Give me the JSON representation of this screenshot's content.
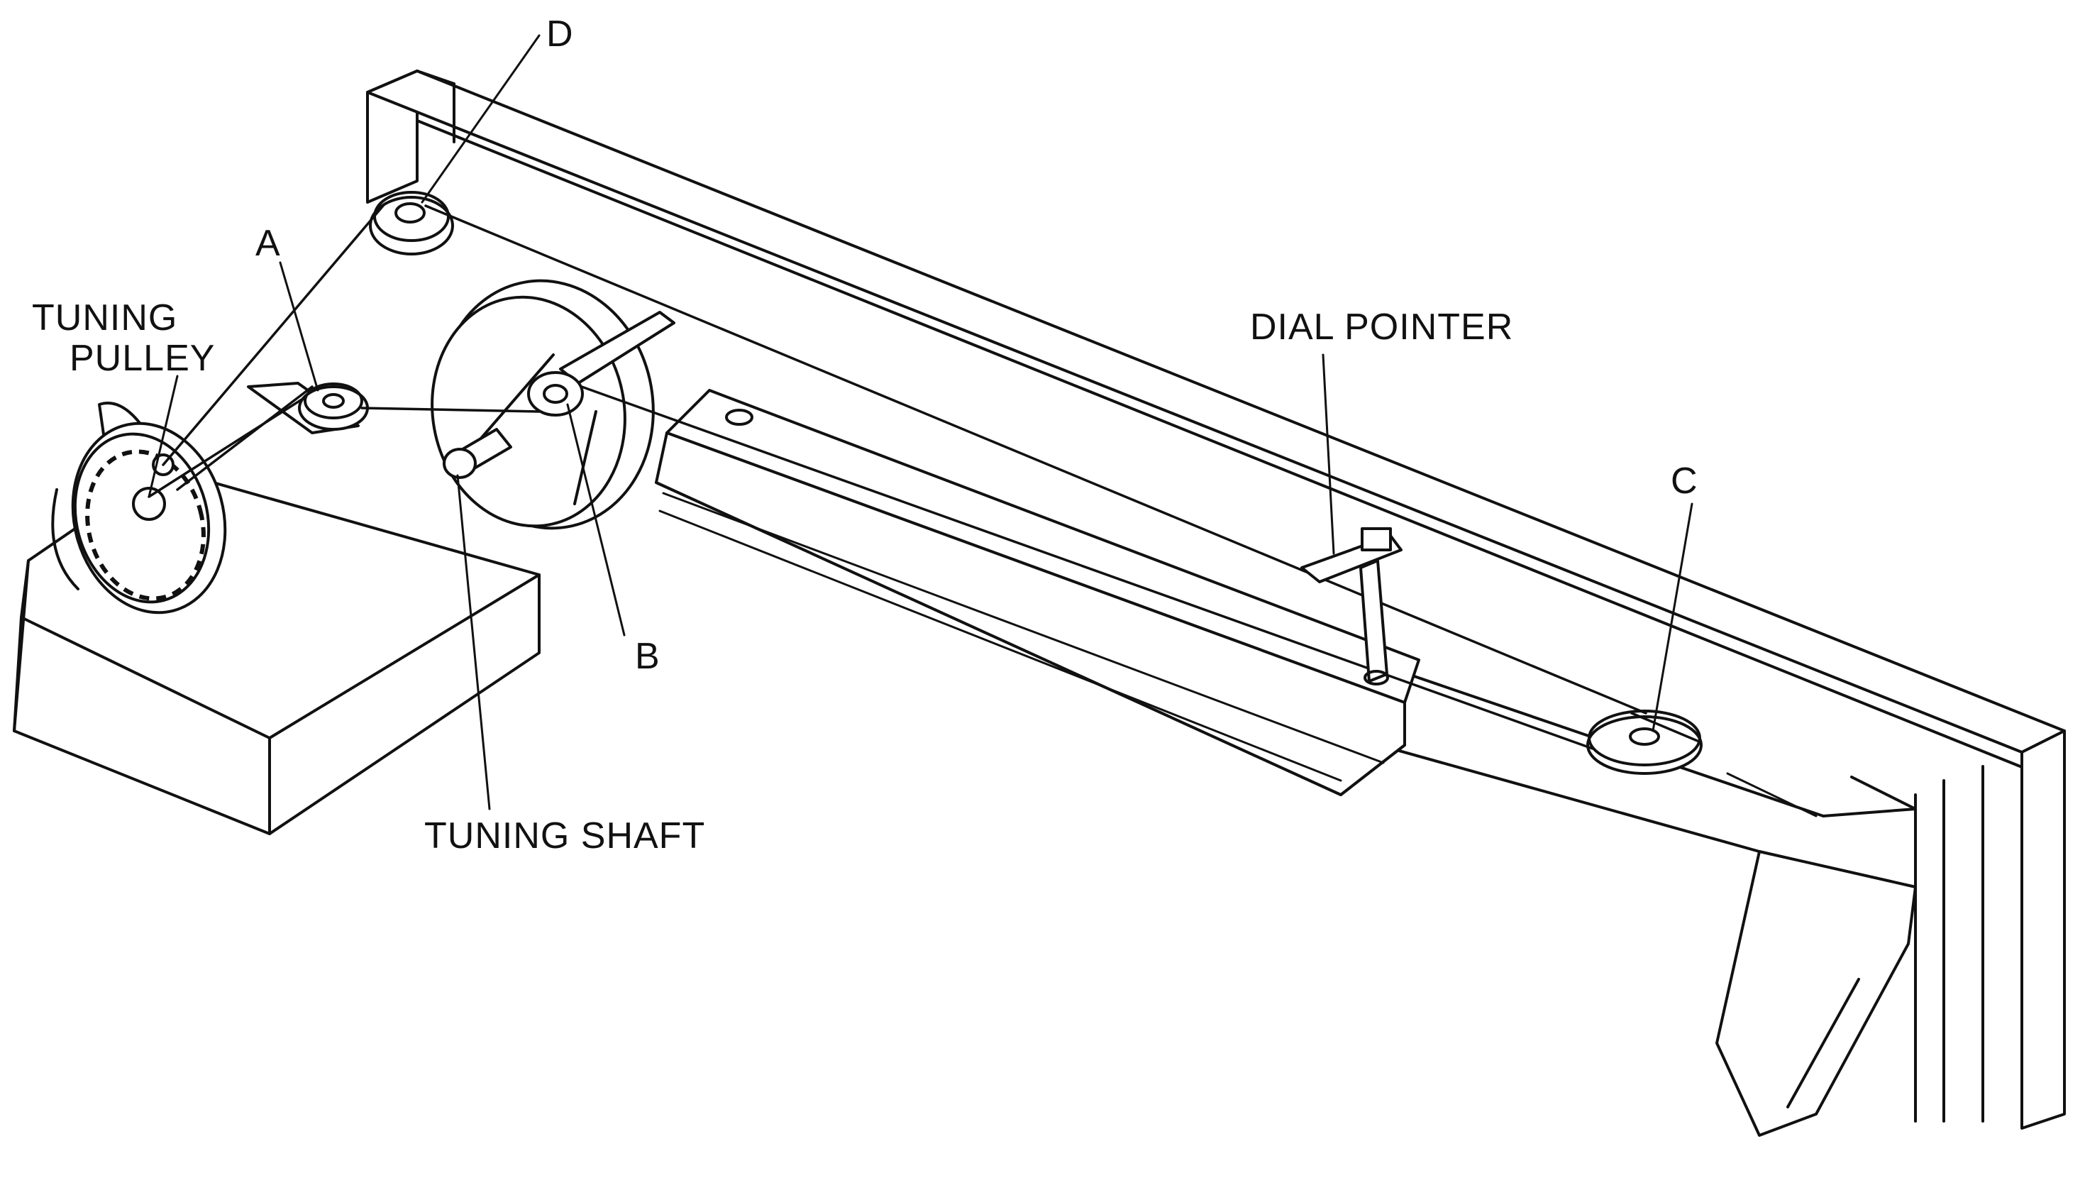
{
  "labels": {
    "tuning_pulley": [
      "TUNING",
      "PULLEY"
    ],
    "a": "A",
    "b": "B",
    "c": "C",
    "d": "D",
    "dial_pointer": "DIAL POINTER",
    "tuning_shaft": "TUNING SHAFT"
  }
}
